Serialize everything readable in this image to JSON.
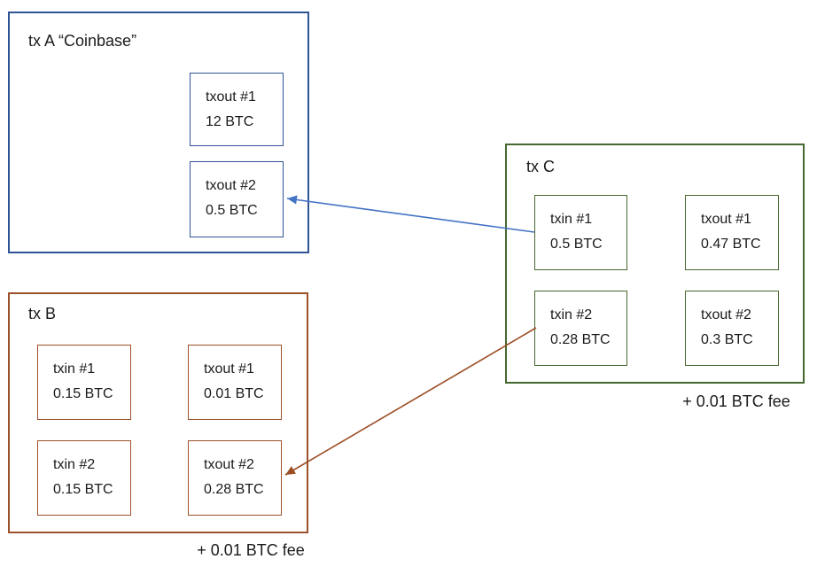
{
  "colors": {
    "background": "#FFFFFF",
    "text": "#1B1B1B",
    "box-blue": "#2F5496",
    "box-brown": "#9C5129",
    "box-green": "#44682F",
    "arrow-blue": "#4472C4",
    "arrow-brown": "#9C4F24"
  },
  "transactions": [
    {
      "title": "tx A “Coinbase”",
      "cells": [
        {
          "label": "txout #1",
          "amount": "12 BTC"
        },
        {
          "label": "txout #2",
          "amount": "0.5 BTC"
        }
      ]
    },
    {
      "title": "tx B",
      "fee_label": "+ 0.01 BTC fee",
      "cells": [
        {
          "label": "txin #1",
          "amount": "0.15 BTC"
        },
        {
          "label": "txout #1",
          "amount": "0.01 BTC"
        },
        {
          "label": "txin #2",
          "amount": "0.15 BTC"
        },
        {
          "label": "txout #2",
          "amount": "0.28 BTC"
        }
      ]
    },
    {
      "title": "tx C",
      "fee_label": "+ 0.01 BTC fee",
      "cells": [
        {
          "label": "txin #1",
          "amount": "0.5 BTC"
        },
        {
          "label": "txout #1",
          "amount": "0.47 BTC"
        },
        {
          "label": "txin #2",
          "amount": "0.28 BTC"
        },
        {
          "label": "txout #2",
          "amount": "0.3 BTC"
        }
      ]
    }
  ],
  "arrows": [
    {
      "from": "tx C / txin #1",
      "to": "tx A / txout #2",
      "color": "#4472C4"
    },
    {
      "from": "tx C / txin #2",
      "to": "tx B / txout #2",
      "color": "#9C4F24"
    }
  ]
}
